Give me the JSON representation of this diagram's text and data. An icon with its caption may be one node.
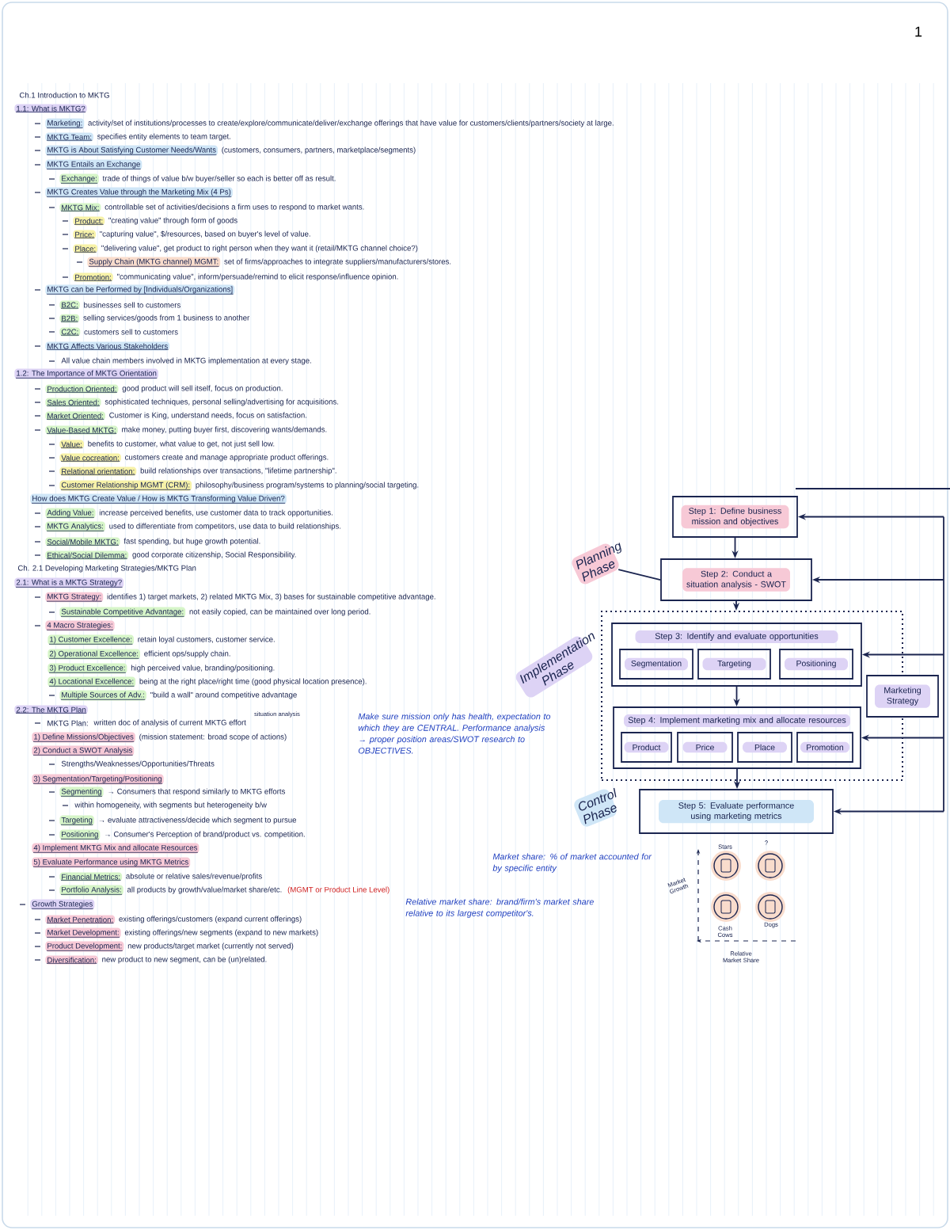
{
  "diagram": {
    "nodes": [
      {
        "text": [
          "Planning Phase"
        ]
      },
      {
        "text": [
          "Step 1: Define business mission and objectives"
        ]
      },
      {
        "text": [
          "Step 2: Conduct a situation analysis - SWOT"
        ]
      },
      {
        "text": [],
        "shape": "box"
      },
      {
        "text": [
          "Implementation Phase"
        ]
      },
      {
        "text": [
          "Step 3: Identify and evaluate opportunities"
        ],
        "in": 3
      },
      {
        "text": [
          "Segmentation"
        ],
        "in": 5
      },
      {
        "text": [
          "Targeting"
        ],
        "in": 5
      },
      {
        "text": [
          "Positioning"
        ],
        "in": 5
      },
      {
        "text": [
          "Marketing Strategy"
        ]
      },
      {
        "text": [
          "Step 4: Implement marketing mix and allocate resources"
        ],
        "in": 3
      },
      {
        "text": [
          "Product"
        ],
        "in": 10
      },
      {
        "text": [
          "Price"
        ],
        "in": 10
      },
      {
        "text": [
          "Place"
        ],
        "in": 10
      },
      {
        "text": [
          "Promotion"
        ],
        "in": 10
      },
      {
        "text": [
          "Control Phase"
        ]
      },
      {
        "text": [
          "Step 5: Evaluate performance using marketing metrics"
        ]
      }
    ],
    "edges": [
      {
        "from": 1,
        "to": 2,
        "arrow": "to"
      },
      {
        "from": 2,
        "to": 3,
        "arrow": "to"
      },
      {
        "from": 5,
        "to": 10,
        "arrow": "to"
      },
      {
        "from": 10,
        "to": 16,
        "arrow": "to"
      },
      {
        "from": 0,
        "to": 2,
        "arrow": "none"
      },
      {
        "from": null,
        "to": 1,
        "arrow": "to"
      },
      {
        "from": null,
        "to": 2,
        "arrow": "to"
      },
      {
        "from": null,
        "to": 5,
        "arrow": "to"
      },
      {
        "from": null,
        "to": 10,
        "arrow": "to"
      },
      {
        "from": null,
        "to": 16,
        "arrow": "to"
      }
    ],
    "labels": [
      "1",
      "Ch.1 Introduction to MKTG",
      "1.1: What is MKTG?",
      "Marketing:",
      "activity/set of institutions/processes to create/explore/communicate/deliver/exchange offerings that have value for customers/clients/partners/society at large.",
      "MKTG Team:",
      "specifies entity elements to team target.",
      "MKTG is About Satisfying Customer Needs/Wants",
      "(customers, consumers, partners, marketplace/segments)",
      "MKTG Entails an Exchange",
      "Exchange:",
      "trade of things of value b/w buyer/seller so each is better off as result.",
      "MKTG Creates Value through the Marketing Mix (4 Ps)",
      "MKTG Mix:",
      "controllable set of activities/decisions a firm uses to respond to market wants.",
      "Product:",
      "\"creating value\" through form of goods",
      "Price:",
      "\"capturing value\", $/resources, based on buyer's level of value.",
      "Place:",
      "\"delivering value\", get product to right person when they want it (retail/MKTG channel choice?)",
      "Supply Chain (MKTG channel) MGMT:",
      "set of firms/approaches to integrate suppliers/manufacturers/stores.",
      "Promotion:",
      "\"communicating value\", inform/persuade/remind to elicit response/influence opinion.",
      "MKTG can be Performed by [Individuals/Organizations]",
      "B2C:",
      "businesses sell to customers",
      "B2B:",
      "selling services/goods from 1 business to another",
      "C2C:",
      "customers sell to customers",
      "MKTG Affects Various Stakeholders",
      "All value chain members involved in MKTG implementation at every stage.",
      "1.2: The Importance of MKTG Orientation",
      "Production Oriented:",
      "good product will sell itself, focus on production.",
      "Sales Oriented:",
      "sophisticated techniques, personal selling/advertising for acquisitions.",
      "Market Oriented:",
      "Customer is King, understand needs, focus on satisfaction.",
      "Value-Based MKTG:",
      "make money, putting buyer first, discovering wants/demands.",
      "Value:",
      "benefits to customer, what value to get, not just sell low.",
      "Value cocreation:",
      "customers create and manage appropriate product offerings.",
      "Relational orientation:",
      "build relationships over transactions, \"lifetime partnership\".",
      "Customer Relationship MGMT (CRM):",
      "philosophy/business program/systems to planning/social targeting.",
      "How does MKTG Create Value / How is MKTG Transforming Value Driven?",
      "Adding Value:",
      "increase perceived benefits, use customer data to track opportunities.",
      "MKTG Analytics:",
      "used to differentiate from competitors, use data to build relationships.",
      "Social/Mobile MKTG:",
      "fast spending, but huge growth potential.",
      "Ethical/Social Dilemma:",
      "good corporate citizenship, Social Responsibility.",
      "Ch. 2.1 Developing Marketing Strategies/MKTG Plan",
      "2.1: What is a MKTG Strategy?",
      "MKTG Strategy:",
      "identifies 1) target markets, 2) related MKTG Mix, 3) bases for sustainable competitive advantage.",
      "Sustainable Competitive Advantage:",
      "not easily copied, can be maintained over long period.",
      "4 Macro Strategies:",
      "1) Customer Excellence:",
      "retain loyal customers, customer service.",
      "2) Operational Excellence:",
      "efficient ops/supply chain.",
      "3) Product Excellence:",
      "high perceived value, branding/positioning.",
      "4) Locational Excellence:",
      "being at the right place/right time (good physical location presence).",
      "Multiple Sources of Adv.:",
      "\"build a wall\" around competitive advantage",
      "2.2: The MKTG Plan",
      "situation analysis",
      "MKTG Plan:",
      "written doc of analysis of current MKTG effort",
      "1) Define Missions/Objectives",
      "(mission statement: broad scope of actions)",
      "2) Conduct a SWOT Analysis",
      "Strengths/Weaknesses/Opportunities/Threats",
      "3) Segmentation/Targeting/Positioning",
      "Segmenting",
      "→ Consumers that respond similarly to MKTG efforts",
      "within homogeneity, with segments but heterogeneity b/w",
      "Targeting",
      "→ evaluate attractiveness/decide which segment to pursue",
      "Positioning",
      "→ Consumer's Perception of brand/product vs. competition.",
      "4) Implement MKTG Mix and allocate Resources",
      "5) Evaluate Performance using MKTG Metrics",
      "Financial Metrics:",
      "absolute or relative sales/revenue/profits",
      "Portfolio Analysis:",
      "all products by growth/value/market share/etc.",
      "(MGMT or Product Line Level)",
      "Growth Strategies",
      "Market Penetration:",
      "existing offerings/customers (expand current offerings)",
      "Market Development:",
      "existing offerings/new segments (expand to new markets)",
      "Product Development:",
      "new products/target market (currently not served)",
      "Diversification:",
      "new product to new segment, can be (un)related.",
      "Make sure mission only has health, expectation to which they are CENTRAL. Performance analysis → proper position areas/SWOT research to OBJECTIVES.",
      "Market share: % of market accounted for by specific entity",
      "Relative market share: brand/firm's market share relative to its largest competitor's.",
      "Stars",
      "?",
      "Cash Cows",
      "Dogs",
      "Market Growth",
      "Relative Market Share"
    ]
  }
}
